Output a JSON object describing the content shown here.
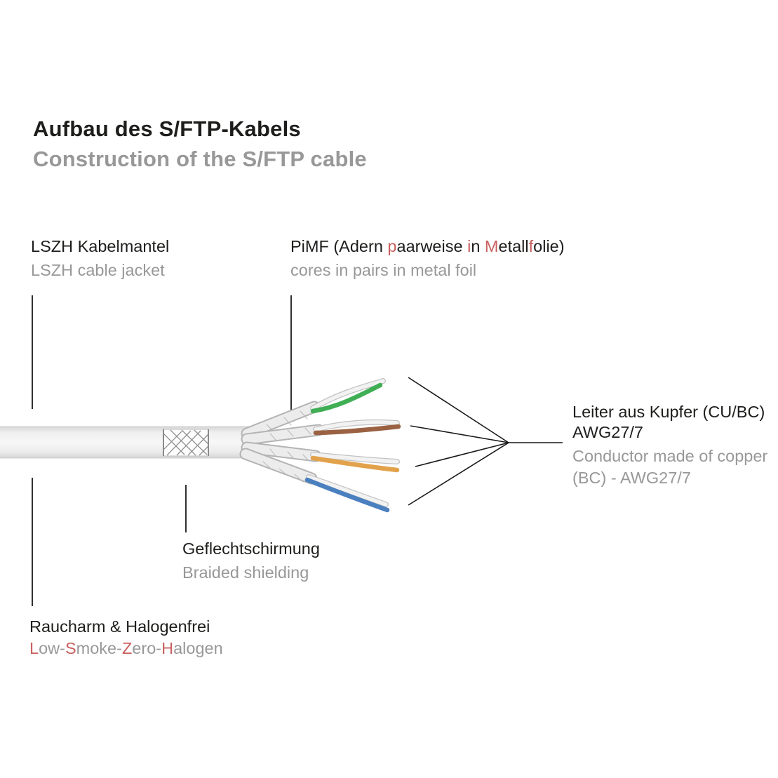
{
  "colors": {
    "dark": "#1d1d1b",
    "gray": "#989898",
    "red": "#c9605f",
    "line": "#1a1a1a"
  },
  "header": {
    "title_de": "Aufbau des S/FTP-Kabels",
    "title_en": "Construction of the S/FTP cable"
  },
  "labels": {
    "jacket": {
      "de": "LSZH Kabelmantel",
      "en": "LSZH cable jacket"
    },
    "pimf": {
      "de_segments": [
        {
          "t": "PiMF (Adern ",
          "c": "dark"
        },
        {
          "t": "p",
          "c": "red"
        },
        {
          "t": "aarweise ",
          "c": "dark"
        },
        {
          "t": "i",
          "c": "red"
        },
        {
          "t": "n ",
          "c": "dark"
        },
        {
          "t": "M",
          "c": "red"
        },
        {
          "t": "etall",
          "c": "dark"
        },
        {
          "t": "f",
          "c": "red"
        },
        {
          "t": "olie)",
          "c": "dark"
        }
      ],
      "en": "cores in pairs in metal foil"
    },
    "conductor": {
      "de_line1": "Leiter aus Kupfer (CU/BC)",
      "de_line2": "AWG27/7",
      "en_line1": "Conductor made of copper",
      "en_line2": "(BC) - AWG27/7"
    },
    "braid": {
      "de": "Geflechtschirmung",
      "en": "Braided shielding"
    },
    "lszh": {
      "de": "Raucharm & Halogenfrei",
      "en_segments": [
        {
          "t": "L",
          "c": "red"
        },
        {
          "t": "ow-",
          "c": "gray"
        },
        {
          "t": "S",
          "c": "red"
        },
        {
          "t": "moke-",
          "c": "gray"
        },
        {
          "t": "Z",
          "c": "red"
        },
        {
          "t": "ero-",
          "c": "gray"
        },
        {
          "t": "H",
          "c": "red"
        },
        {
          "t": "alogen",
          "c": "gray"
        }
      ]
    }
  },
  "cable": {
    "jacket_edge": "#cfcfcf",
    "braid_line": "#8f8f8f",
    "foil_fill": "#ececec",
    "foil_edge": "#b3b3b3",
    "wires": {
      "green": "#3fae54",
      "brown": "#9a6243",
      "orange": "#e2a24b",
      "blue": "#4a7fc0",
      "white": "#f2f2f2",
      "white_edge": "#c2c2c2"
    }
  }
}
